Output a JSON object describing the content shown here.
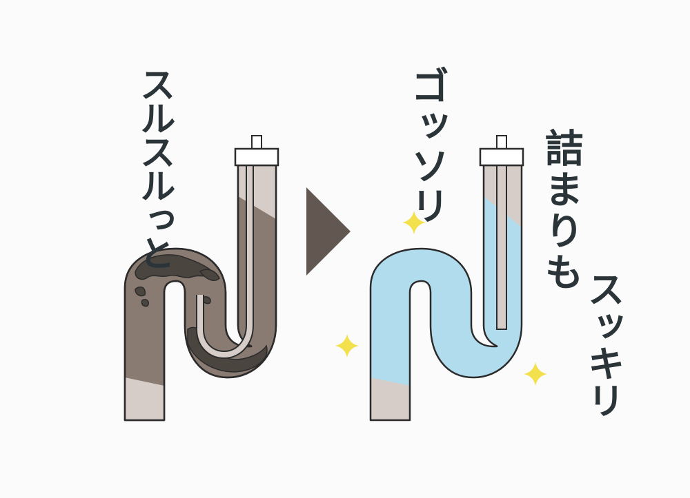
{
  "captions": {
    "before": "スルスルっと",
    "after_top": "ゴッソリ",
    "after_line1": "詰まりも",
    "after_line2": "スッキリ"
  },
  "colors": {
    "background": "#fafbfa",
    "dirty_pipe": "#8a7b72",
    "grime": "#4b4540",
    "clean_water": "#b0dcee",
    "pipe_body": "#d6cdc8",
    "arrow": "#625751",
    "sparkle": "#f2e14c",
    "text": "#2b3438"
  },
  "icons": [
    "pipe-cleaner-tool-icon",
    "arrow-right-icon",
    "sparkle-icon"
  ]
}
